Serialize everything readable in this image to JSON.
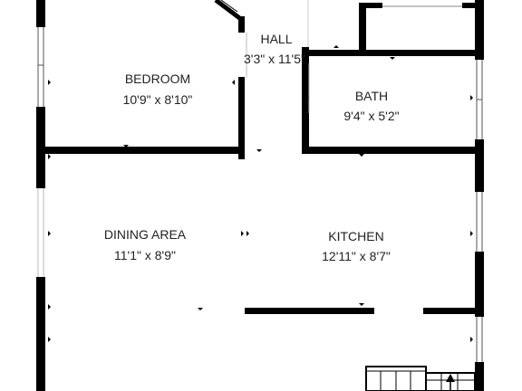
{
  "floorplan": {
    "rooms": [
      {
        "name": "BEDROOM",
        "dims": "10'9\" x 8'10\""
      },
      {
        "name": "HALL",
        "dims": "3'3\" x 11'5\""
      },
      {
        "name": "BATH",
        "dims": "9'4\" x 5'2\""
      },
      {
        "name": "DINING AREA",
        "dims": "11'1\" x 8'9\""
      },
      {
        "name": "KITCHEN",
        "dims": "12'11\" x 8'7\""
      }
    ]
  }
}
